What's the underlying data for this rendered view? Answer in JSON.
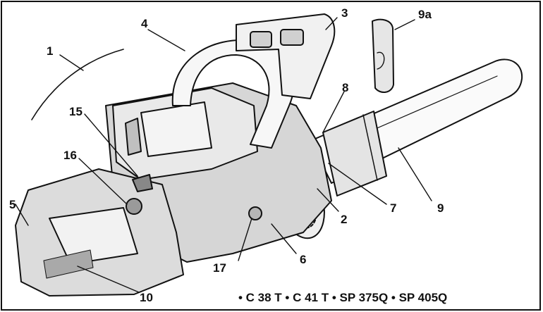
{
  "diagram": {
    "callouts": {
      "c1": "1",
      "c2": "2",
      "c3": "3",
      "c4": "4",
      "c5": "5",
      "c6": "6",
      "c7": "7",
      "c8": "8",
      "c9": "9",
      "c9a": "9a",
      "c10": "10",
      "c15": "15",
      "c16": "16",
      "c17": "17"
    },
    "models_line": "• C 38 T • C 41 T • SP 375Q • SP 405Q"
  },
  "colors": {
    "ink": "#111111",
    "body_gray": "#d6d6d6",
    "light_gray": "#ececec",
    "label_gray": "#a9a9a9"
  }
}
